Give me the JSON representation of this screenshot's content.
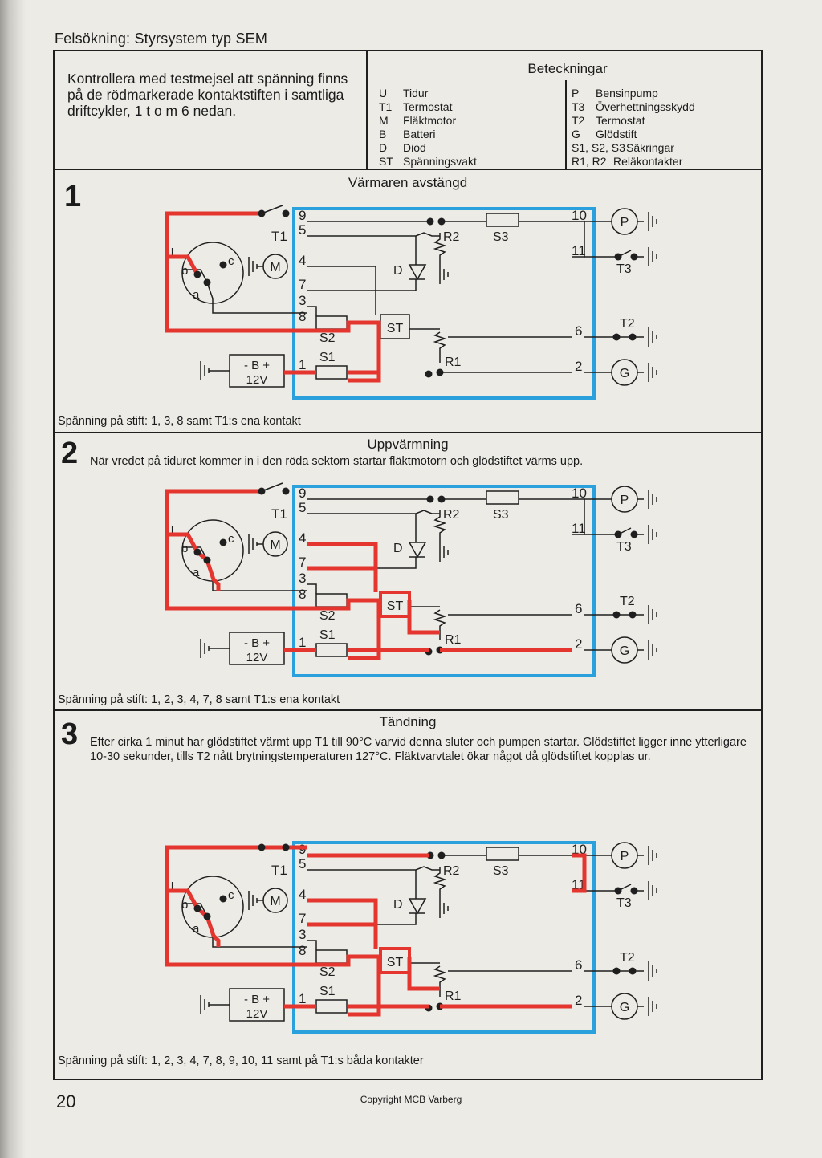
{
  "header": {
    "title": "Felsökning: Styrsystem typ SEM"
  },
  "intro": {
    "text": "Kontrollera med testmejsel att spänning finns på de rödmarkerade kontaktstiften i samtliga driftcykler, 1 t o m 6 nedan."
  },
  "legend": {
    "title": "Beteckningar",
    "left": [
      {
        "code": "U",
        "label": "Tidur"
      },
      {
        "code": "T1",
        "label": "Termostat"
      },
      {
        "code": "M",
        "label": "Fläktmotor"
      },
      {
        "code": "B",
        "label": "Batteri"
      },
      {
        "code": "D",
        "label": "Diod"
      },
      {
        "code": "ST",
        "label": "Spänningsvakt"
      }
    ],
    "right": [
      {
        "code": "P",
        "label": "Bensinpump"
      },
      {
        "code": "T3",
        "label": "Överhettningsskydd"
      },
      {
        "code": "T2",
        "label": "Termostat"
      },
      {
        "code": "G",
        "label": "Glödstift"
      },
      {
        "code": "S1, S2, S3",
        "label": "Säkringar"
      },
      {
        "code": "R1, R2",
        "label": "Reläkontakter"
      }
    ]
  },
  "labels": {
    "pins": [
      "9",
      "5",
      "4",
      "7",
      "3",
      "8",
      "1",
      "10",
      "11",
      "6",
      "2"
    ],
    "timer_u": "U",
    "timer_b": "b",
    "timer_c": "c",
    "timer_a": "a",
    "t1": "T1",
    "m": "M",
    "d": "D",
    "r2": "R2",
    "s3": "S3",
    "st": "ST",
    "s2": "S2",
    "s1": "S1",
    "r1": "R1",
    "t3": "T3",
    "t2": "T2",
    "p": "P",
    "g": "G",
    "battery_top": "- B +",
    "battery_bottom": "12V"
  },
  "sections": [
    {
      "number": "1",
      "title": "Värmaren avstängd",
      "text": "",
      "voltage": "Spänning på stift: 1, 3, 8 samt T1:s ena kontakt",
      "red": [
        "b_to_9",
        "p8",
        "p3_box",
        "p1_loop"
      ]
    },
    {
      "number": "2",
      "title": "Uppvärmning",
      "text": "När vredet på tiduret kommer in i den röda sektorn startar fläktmotorn och glödstiftet värms upp.",
      "voltage": "Spänning på stift: 1, 2, 3, 4, 7, 8 samt T1:s ena kontakt",
      "red": [
        "b_to_9",
        "p8",
        "p3_box",
        "p1_loop",
        "p7",
        "p4",
        "st_path",
        "p2",
        "u_a"
      ]
    },
    {
      "number": "3",
      "title": "Tändning",
      "text": "Efter cirka 1 minut har glödstiftet värmt upp T1 till 90°C varvid denna sluter och pumpen startar. Glödstiftet ligger inne ytterligare 10-30 sekunder, tills T2 nått brytningstemperaturen 127°C. Fläktvarvtalet ökar något då glödstiftet kopplas ur.",
      "voltage": "Spänning på stift: 1, 2, 3, 4, 7, 8, 9, 10, 11 samt på T1:s båda kontakter",
      "red": [
        "b_to_9",
        "p8",
        "p3_box",
        "p1_loop",
        "p7",
        "p4",
        "st_path",
        "p2",
        "u_a",
        "t1_closed",
        "p9",
        "p10_11"
      ]
    }
  ],
  "footer": {
    "page_number": "20",
    "copyright": "Copyright MCB Varberg"
  },
  "colors": {
    "red": "#e4352f",
    "blue": "#2aa0dc",
    "ink": "#1f1f1f"
  }
}
